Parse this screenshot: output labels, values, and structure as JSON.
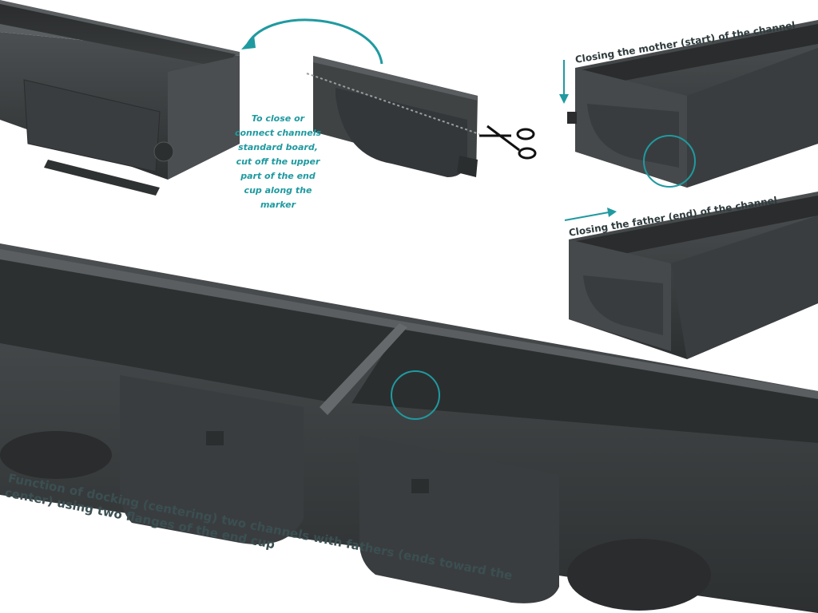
{
  "annotations": {
    "cut_instruction": "To close or connect channels standard board, cut off the upper part of the end cup along the marker",
    "closing_mother": "Closing the mother (start) of the channel",
    "closing_father": "Closing the father (end) of the channel",
    "docking_line1": "Function of docking (centering) two channels with fathers (ends toward the",
    "docking_line2": "center) using two flanges of the end cup"
  },
  "colors": {
    "accent": "#1f9aa0",
    "channel_body": "#3e4142",
    "channel_dark": "#2c2e2f",
    "label_text": "#2f3b3d"
  },
  "icons": [
    "scissors-icon",
    "curved-arrow-icon",
    "down-arrow-icon",
    "right-arrow-icon"
  ]
}
